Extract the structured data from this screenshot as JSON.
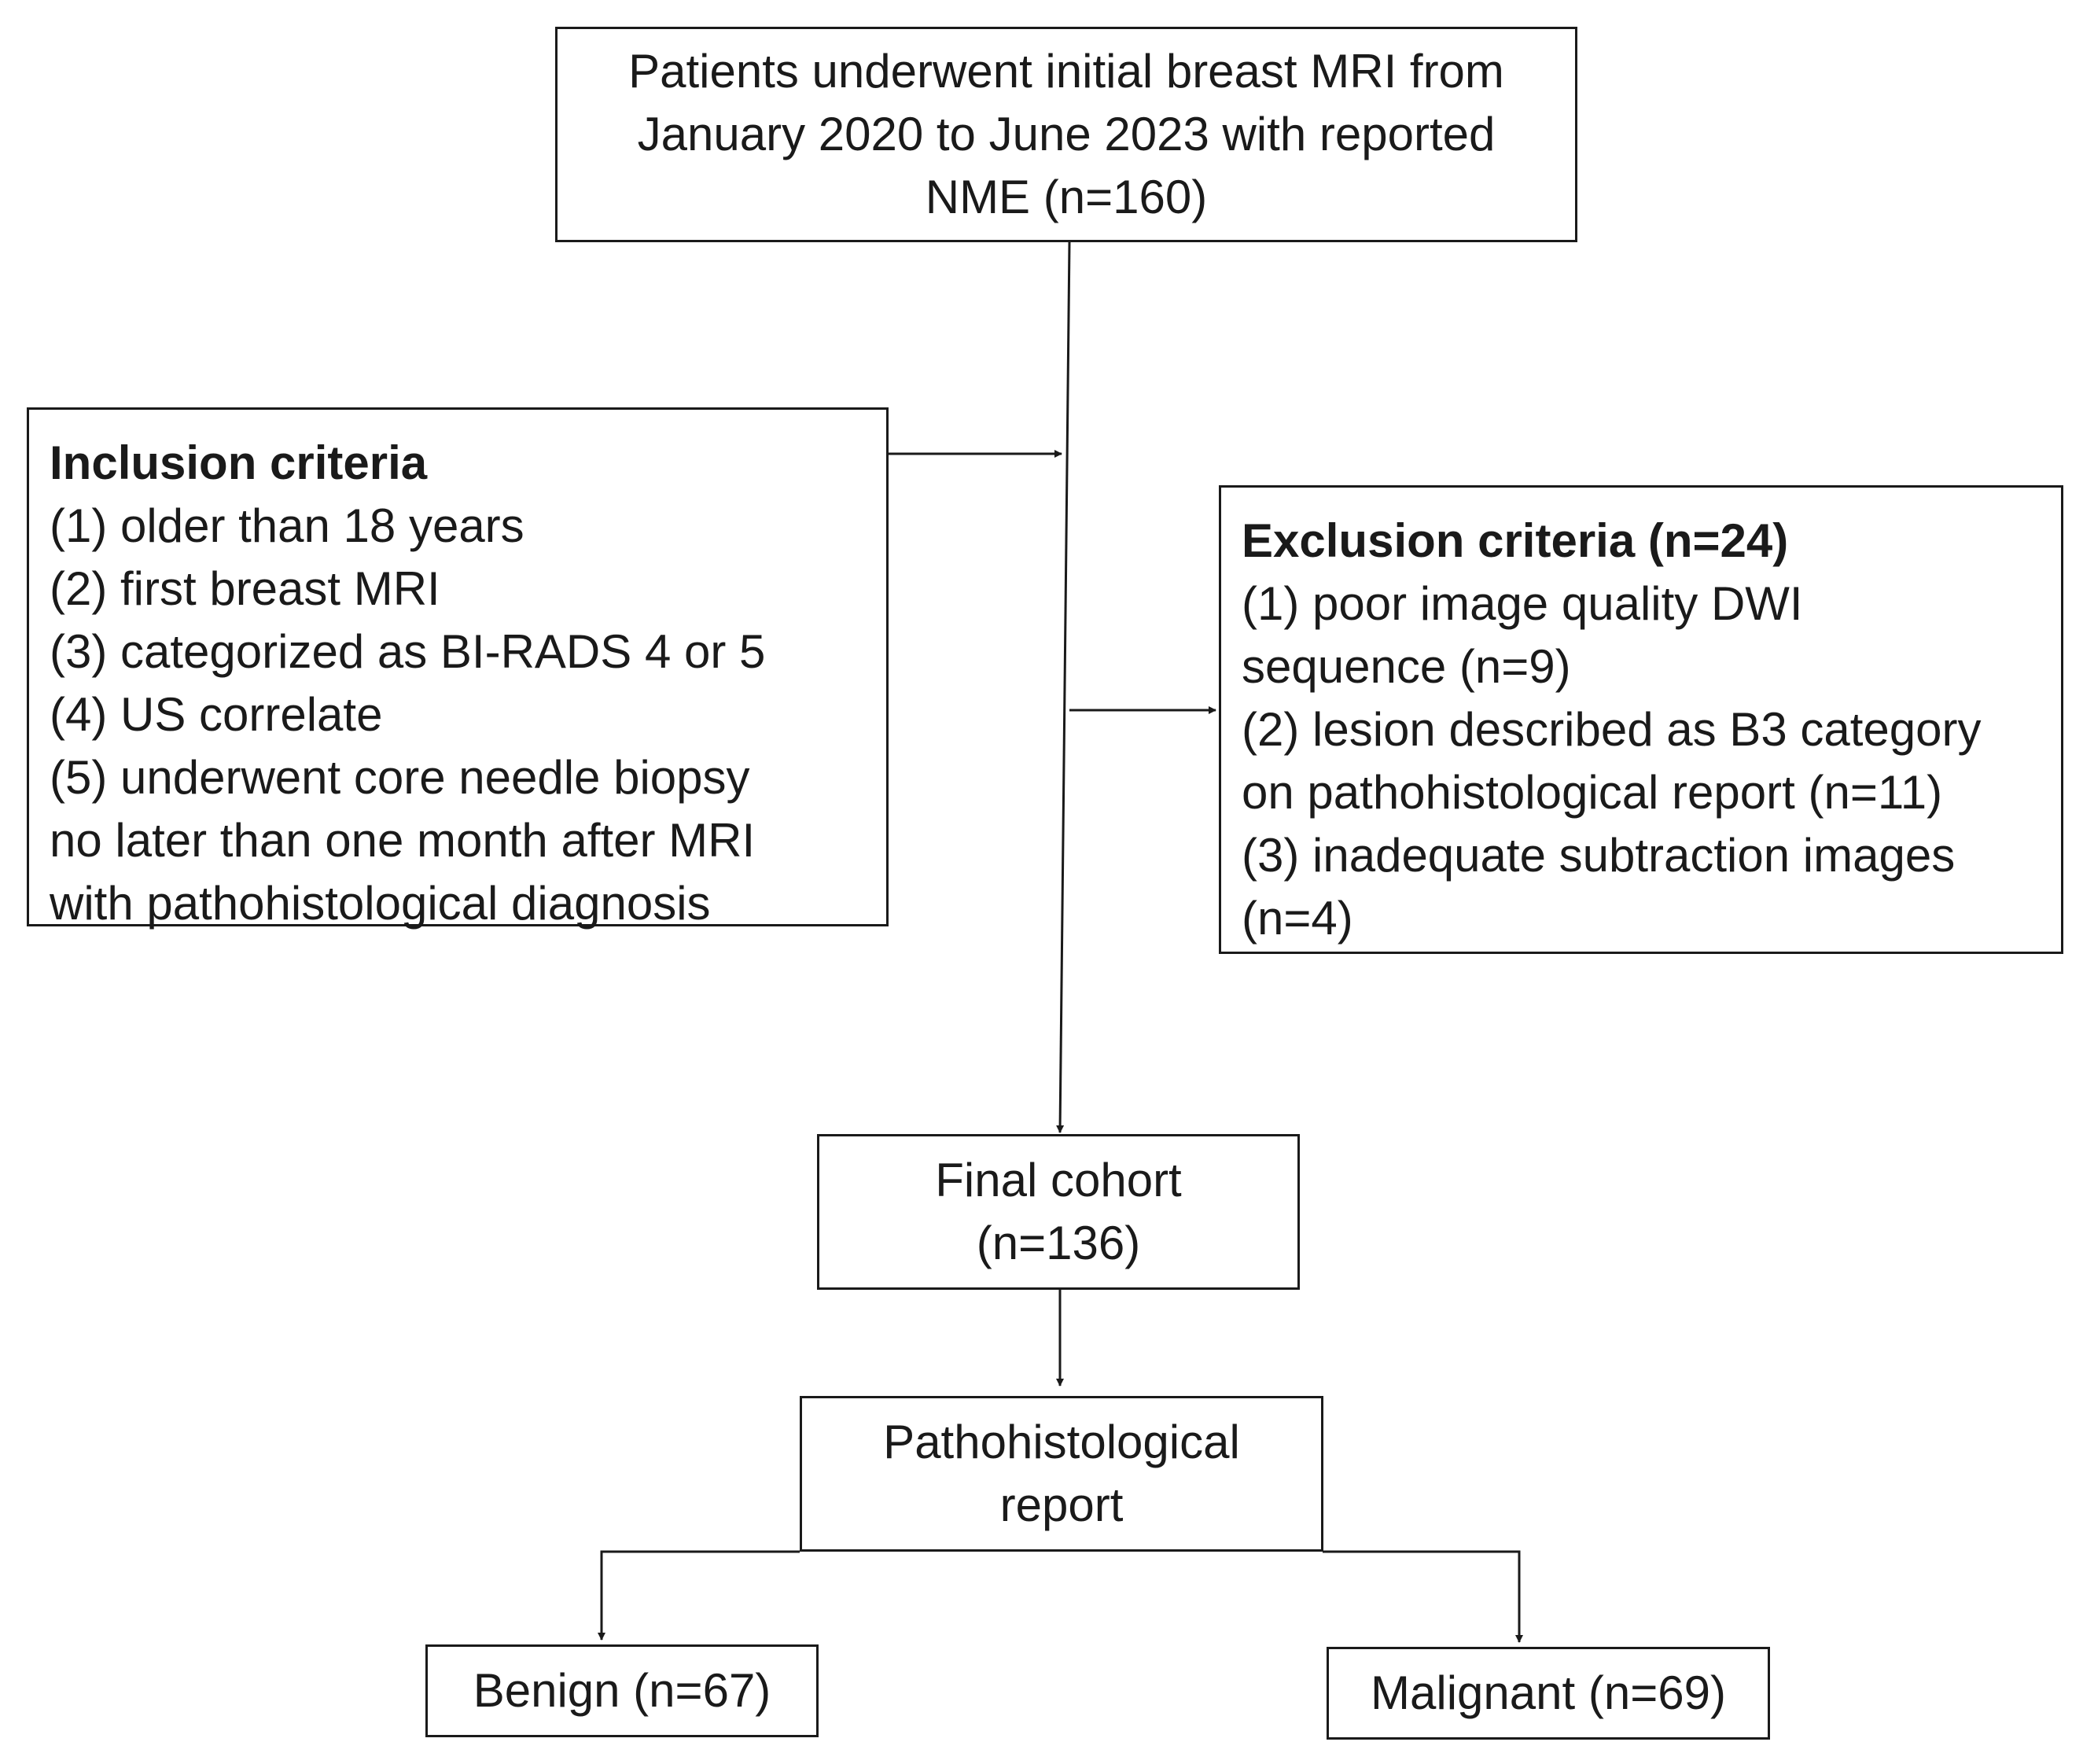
{
  "start_box": {
    "lines": [
      "Patients underwent initial breast MRI from",
      "January 2020 to June 2023 with reported",
      "NME (n=160)"
    ]
  },
  "inclusion": {
    "title": "Inclusion criteria",
    "lines": [
      "(1) older than 18 years",
      "(2) first breast MRI",
      "(3) categorized as BI-RADS 4 or 5",
      "(4) US correlate",
      "(5) underwent core needle biopsy",
      "no later than one month after MRI",
      "with pathohistological diagnosis"
    ]
  },
  "exclusion": {
    "title": "Exclusion criteria (n=24)",
    "lines": [
      "(1) poor image quality DWI",
      "sequence (n=9)",
      "(2) lesion described as B3 category",
      "on pathohistological report (n=11)",
      "(3) inadequate subtraction images",
      "(n=4)"
    ]
  },
  "final_cohort": {
    "lines": [
      "Final cohort",
      "(n=136)"
    ]
  },
  "patho_report": {
    "lines": [
      "Pathohistological",
      "report"
    ]
  },
  "benign": {
    "label": "Benign (n=67)"
  },
  "malignant": {
    "label": "Malignant (n=69)"
  }
}
